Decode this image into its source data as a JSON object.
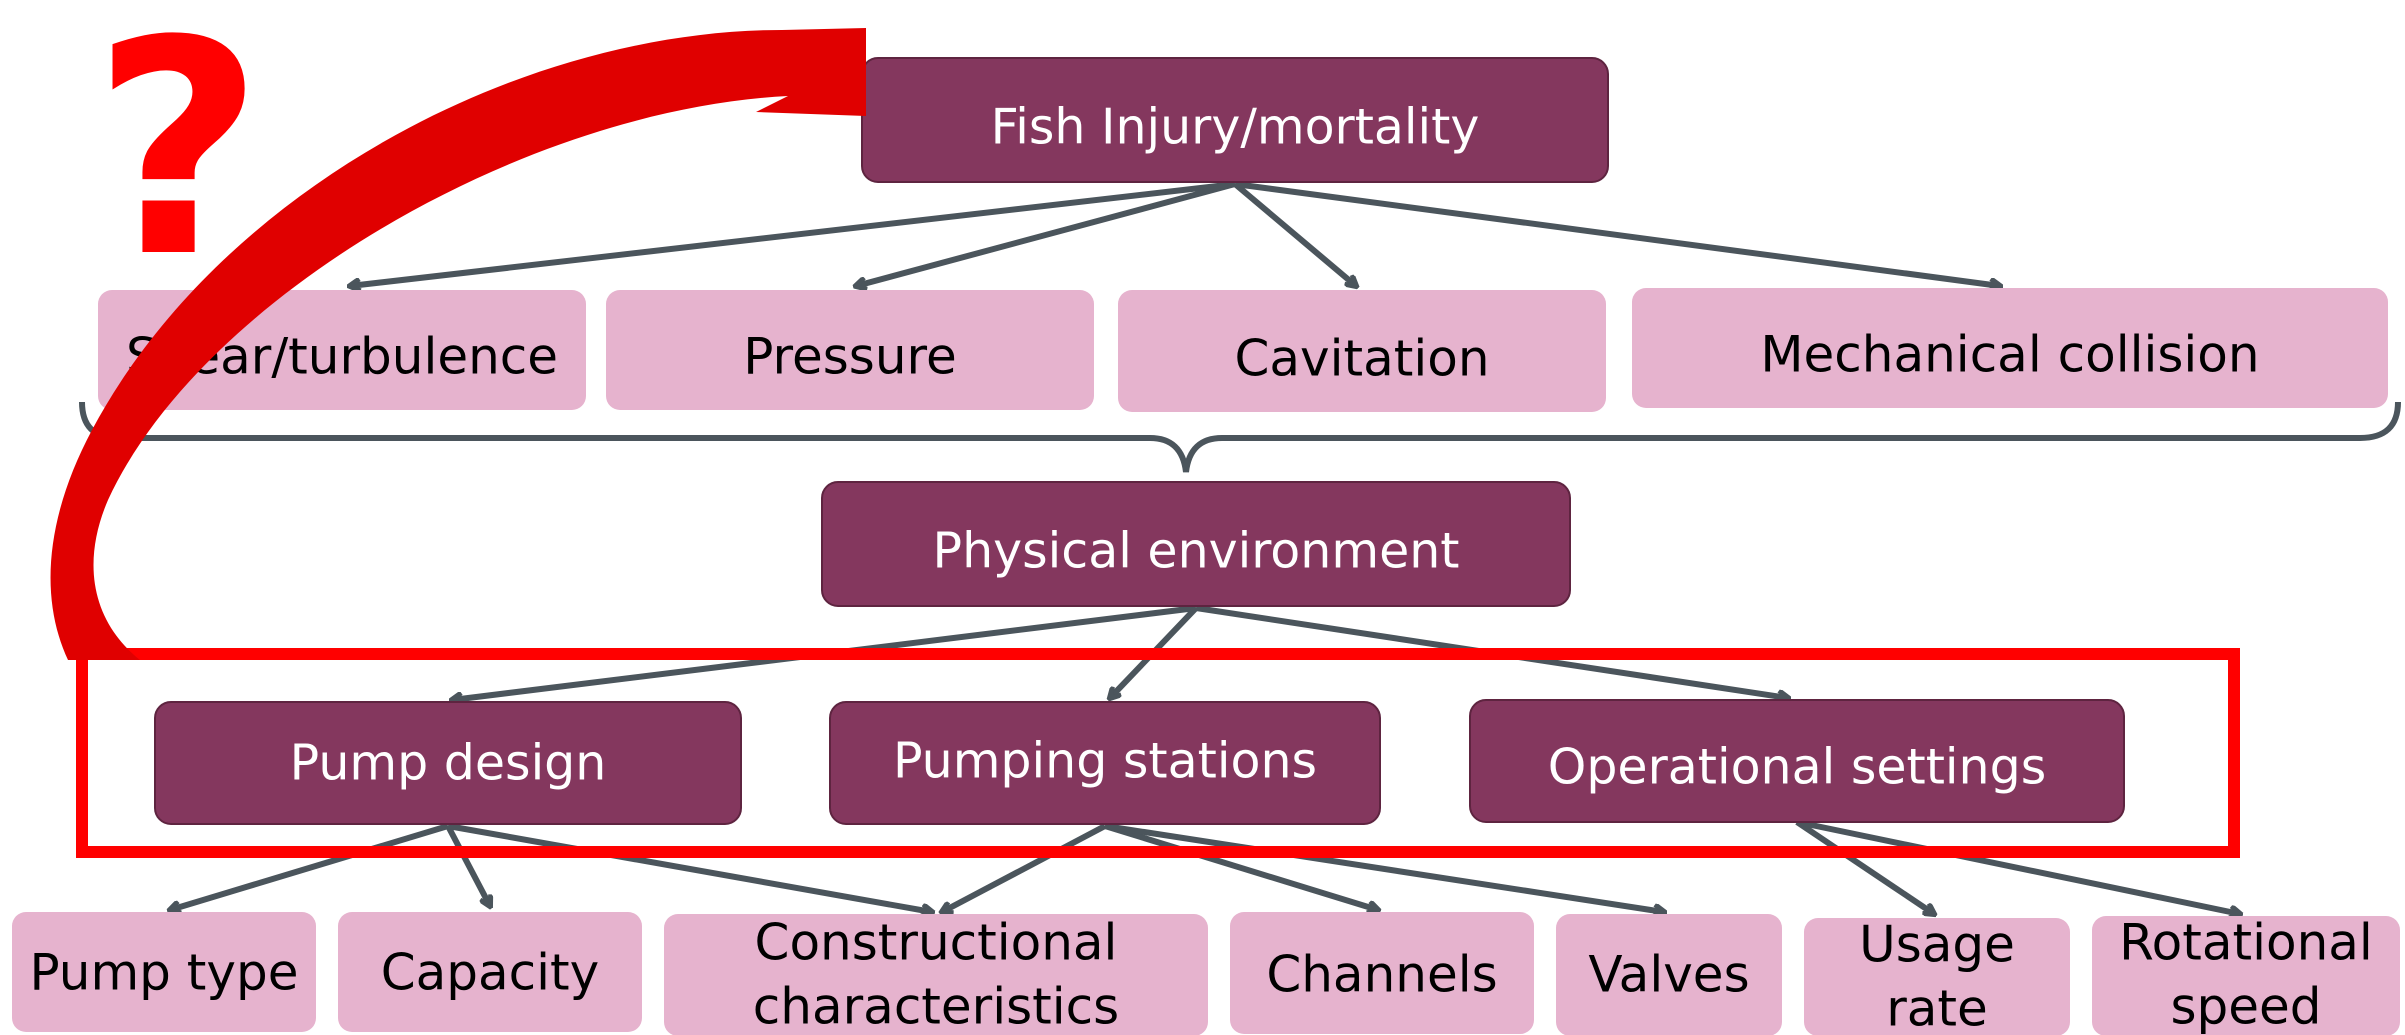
{
  "colors": {
    "dark_box": "#84375e",
    "dark_box_border": "#5e2440",
    "light_box": "#e6b3ce",
    "connector": "#4b555c",
    "highlight": "#ff0000",
    "curved_arrow": "#e00000"
  },
  "icons": {
    "question": "question-mark-icon",
    "curved_arrow": "curved-arrow-icon"
  },
  "diagram": {
    "top": {
      "label": "Fish Injury/mortality"
    },
    "mechanisms": [
      {
        "label": "Shear/turbulence"
      },
      {
        "label": "Pressure"
      },
      {
        "label": "Cavitation"
      },
      {
        "label": "Mechanical collision"
      }
    ],
    "environment": {
      "label": "Physical environment"
    },
    "factors": [
      {
        "label": "Pump design"
      },
      {
        "label": "Pumping stations"
      },
      {
        "label": "Operational settings"
      }
    ],
    "attributes": [
      {
        "lines": [
          "Pump type"
        ]
      },
      {
        "lines": [
          "Capacity"
        ]
      },
      {
        "lines": [
          "Constructional",
          "characteristics"
        ]
      },
      {
        "lines": [
          "Channels"
        ]
      },
      {
        "lines": [
          "Valves"
        ]
      },
      {
        "lines": [
          "Usage",
          "rate"
        ]
      },
      {
        "lines": [
          "Rotational",
          "speed"
        ]
      }
    ],
    "question_symbol": "?"
  }
}
